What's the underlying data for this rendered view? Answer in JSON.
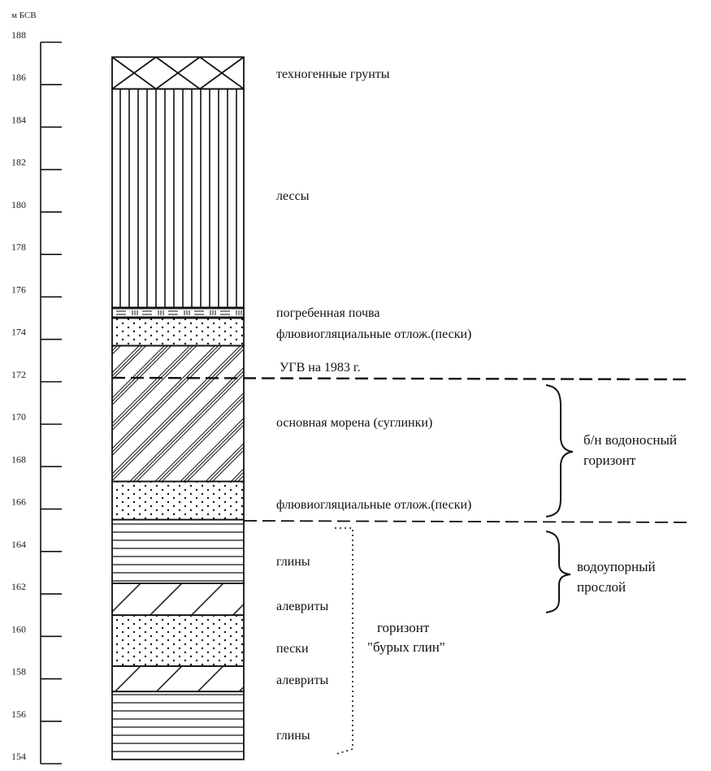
{
  "axis": {
    "unit_label": "м БСВ",
    "ticks": [
      188,
      186,
      184,
      182,
      180,
      178,
      176,
      174,
      172,
      170,
      168,
      166,
      164,
      162,
      160,
      158,
      156,
      154
    ],
    "min": 154,
    "max": 188
  },
  "layers": [
    {
      "name": "technogenic",
      "label": "техногенные грунты",
      "top": 187.3,
      "bottom": 185.8,
      "pattern": "cross"
    },
    {
      "name": "loess",
      "label": "лессы",
      "top": 185.8,
      "bottom": 175.5,
      "pattern": "vertical"
    },
    {
      "name": "buried-soil",
      "label": "погребенная почва",
      "top": 175.5,
      "bottom": 175.0,
      "pattern": "soil"
    },
    {
      "name": "fluvioglacial-1",
      "label": "флювиогляциальные отлож.(пески)",
      "top": 175.0,
      "bottom": 173.7,
      "pattern": "dots"
    },
    {
      "name": "moraine",
      "label": "основная морена (суглинки)",
      "top": 173.7,
      "bottom": 167.3,
      "pattern": "diagonal"
    },
    {
      "name": "fluvioglacial-2",
      "label": "флювиогляциальные отлож.(пески)",
      "top": 167.3,
      "bottom": 165.5,
      "pattern": "dots"
    },
    {
      "name": "clay-1",
      "label": "глины",
      "top": 165.5,
      "bottom": 162.5,
      "pattern": "horizontal"
    },
    {
      "name": "silt-1",
      "label": "алевриты",
      "top": 162.5,
      "bottom": 161.0,
      "pattern": "silt"
    },
    {
      "name": "sand",
      "label": "пески",
      "top": 161.0,
      "bottom": 158.6,
      "pattern": "dots"
    },
    {
      "name": "silt-2",
      "label": "алевриты",
      "top": 158.6,
      "bottom": 157.4,
      "pattern": "silt"
    },
    {
      "name": "clay-2",
      "label": "глины",
      "top": 157.4,
      "bottom": 154.2,
      "pattern": "horizontal"
    }
  ],
  "groundwater_label": "УГВ на 1983 г.",
  "aquifer_label": [
    "б/н водоносный",
    "горизонт"
  ],
  "aquitard_label": [
    "водоупорный",
    "прослой"
  ],
  "brown_clay_label": [
    "горизонт",
    "\"бурых глин\""
  ]
}
